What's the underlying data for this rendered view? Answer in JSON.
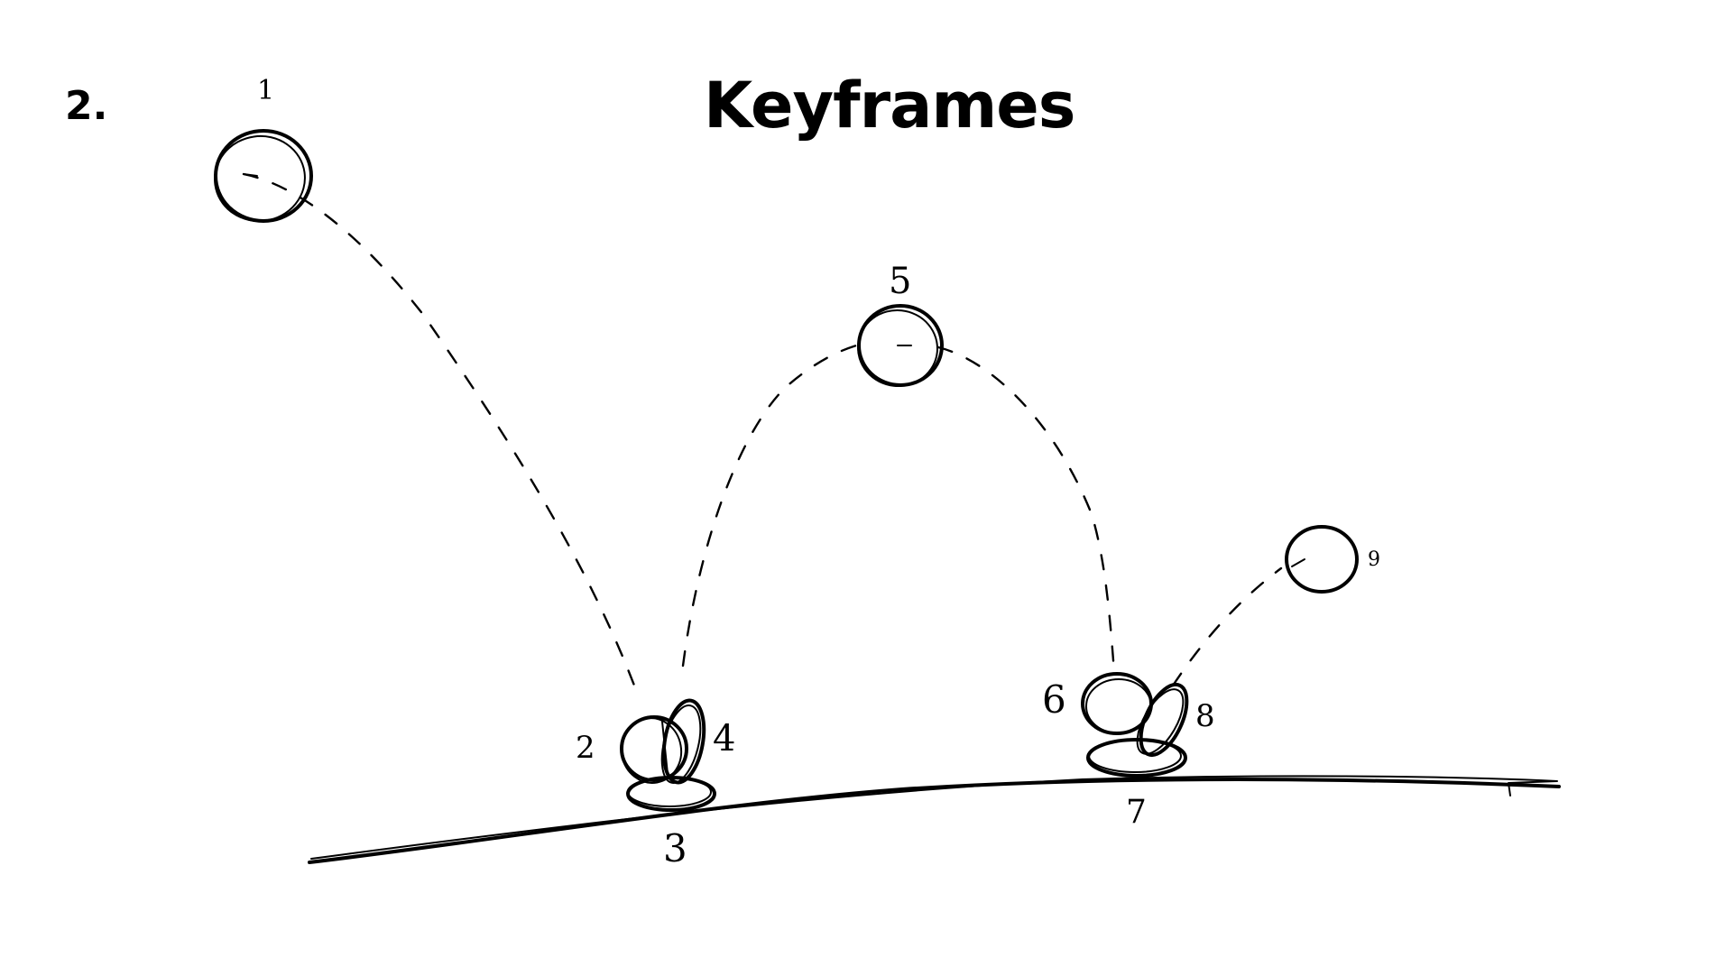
{
  "header": {
    "step_number": "2.",
    "title": "Keyframes"
  },
  "frame_labels": {
    "f1": "1",
    "f2": "2",
    "f3": "3",
    "f4": "4",
    "f5": "5",
    "f6": "6",
    "f7": "7",
    "f8": "8",
    "f9": "9"
  },
  "colors": {
    "ink": "#000000",
    "paper": "#ffffff"
  }
}
